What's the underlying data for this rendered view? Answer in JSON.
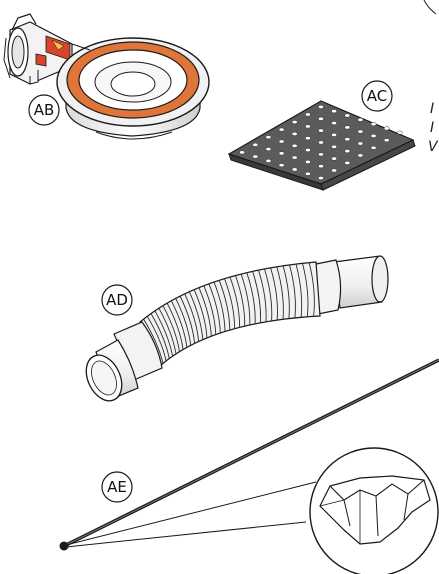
{
  "labels": {
    "ab": "AB",
    "ac": "AC",
    "ad": "AD",
    "ae": "AE"
  },
  "edge_text": [
    "I",
    "I",
    "V"
  ],
  "colors": {
    "orange": "#e0753a",
    "warning_red": "#d8452c",
    "grate": "#5b5b5b",
    "outline": "#1a1a1a",
    "part_fill": "#f4f4f4"
  },
  "parts": {
    "ab": "drain-trap-icon",
    "ac": "square-grate-icon",
    "ad": "flexible-hose-icon",
    "ae": "seal-cord-icon"
  }
}
